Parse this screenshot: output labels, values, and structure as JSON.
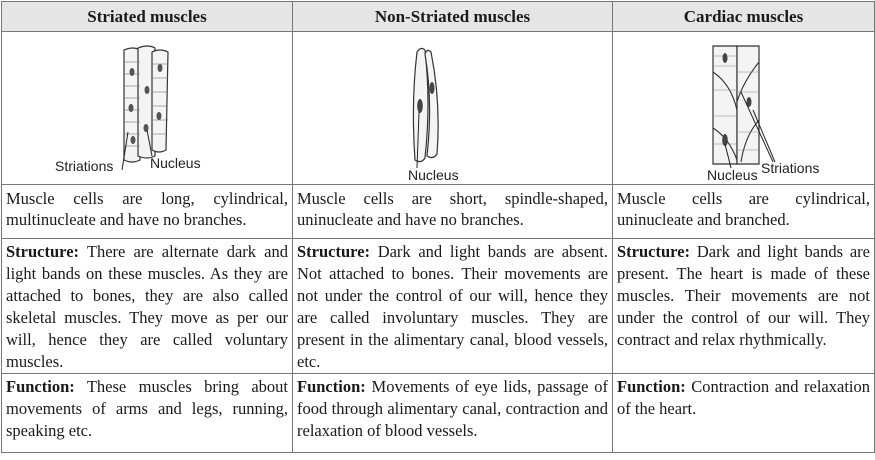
{
  "headers": [
    "Striated muscles",
    "Non-Striated muscles",
    "Cardiac muscles"
  ],
  "figure_labels": {
    "striated": [
      "Striations",
      "Nucleus"
    ],
    "nonstriated": [
      "Nucleus"
    ],
    "cardiac": [
      "Nucleus",
      "Striations"
    ]
  },
  "descriptions": [
    "Muscle cells are long, cylindrical, multinucleate and have no branches.",
    "Muscle cells are short, spindle-shaped, uninucleate and have no branches.",
    "Muscle cells are cylindrical, uninucleate and branched."
  ],
  "structure": {
    "label": "Structure:",
    "texts": [
      "There are alternate dark and light bands on these muscles. As they are attached to bones, they are also called skeletal muscles. They move as per our will, hence they are called voluntary muscles.",
      "Dark and light bands are absent. Not attached to bones. Their movements are not under the control of our will, hence they are called involuntary muscles. They are present in the alimentary canal, blood vessels, etc.",
      "Dark and light bands are present. The heart is made of these muscles. Their movements are not under the control of our will. They contract and relax rhythmically."
    ]
  },
  "function": {
    "label": "Function:",
    "texts": [
      "These muscles bring about movements of arms and legs, running, speaking etc.",
      "Movements of eye lids, passage of food through alimentary canal, contraction and relaxation of blood vessels.",
      "Contraction and relaxation of the heart."
    ]
  }
}
